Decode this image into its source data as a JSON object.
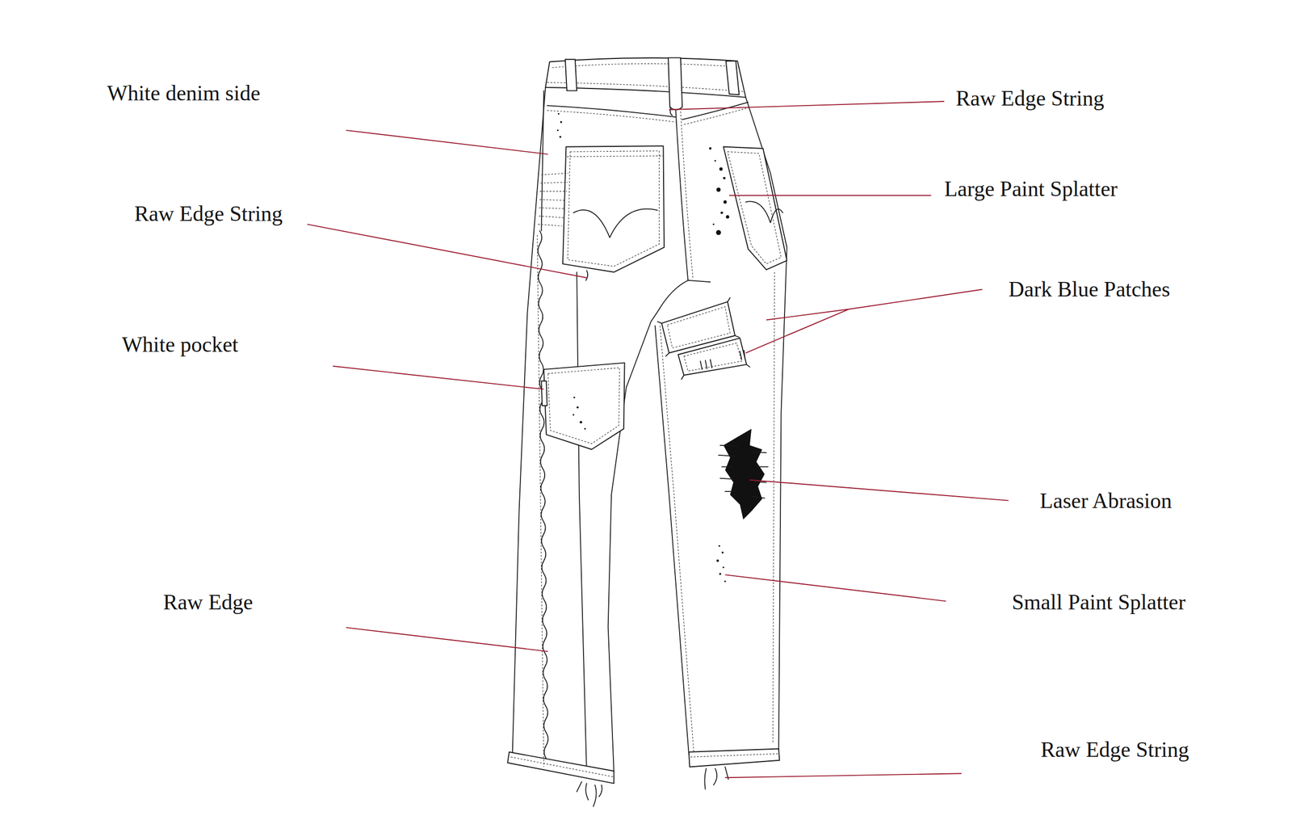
{
  "diagram": {
    "labels": [
      "White denim side",
      "Raw Edge String",
      "White pocket",
      "Raw Edge",
      "Raw Edge String",
      "Large Paint Splatter",
      "Dark Blue Patches",
      "Laser Abrasion",
      "Small Paint Splatter",
      "Raw Edge String"
    ]
  }
}
